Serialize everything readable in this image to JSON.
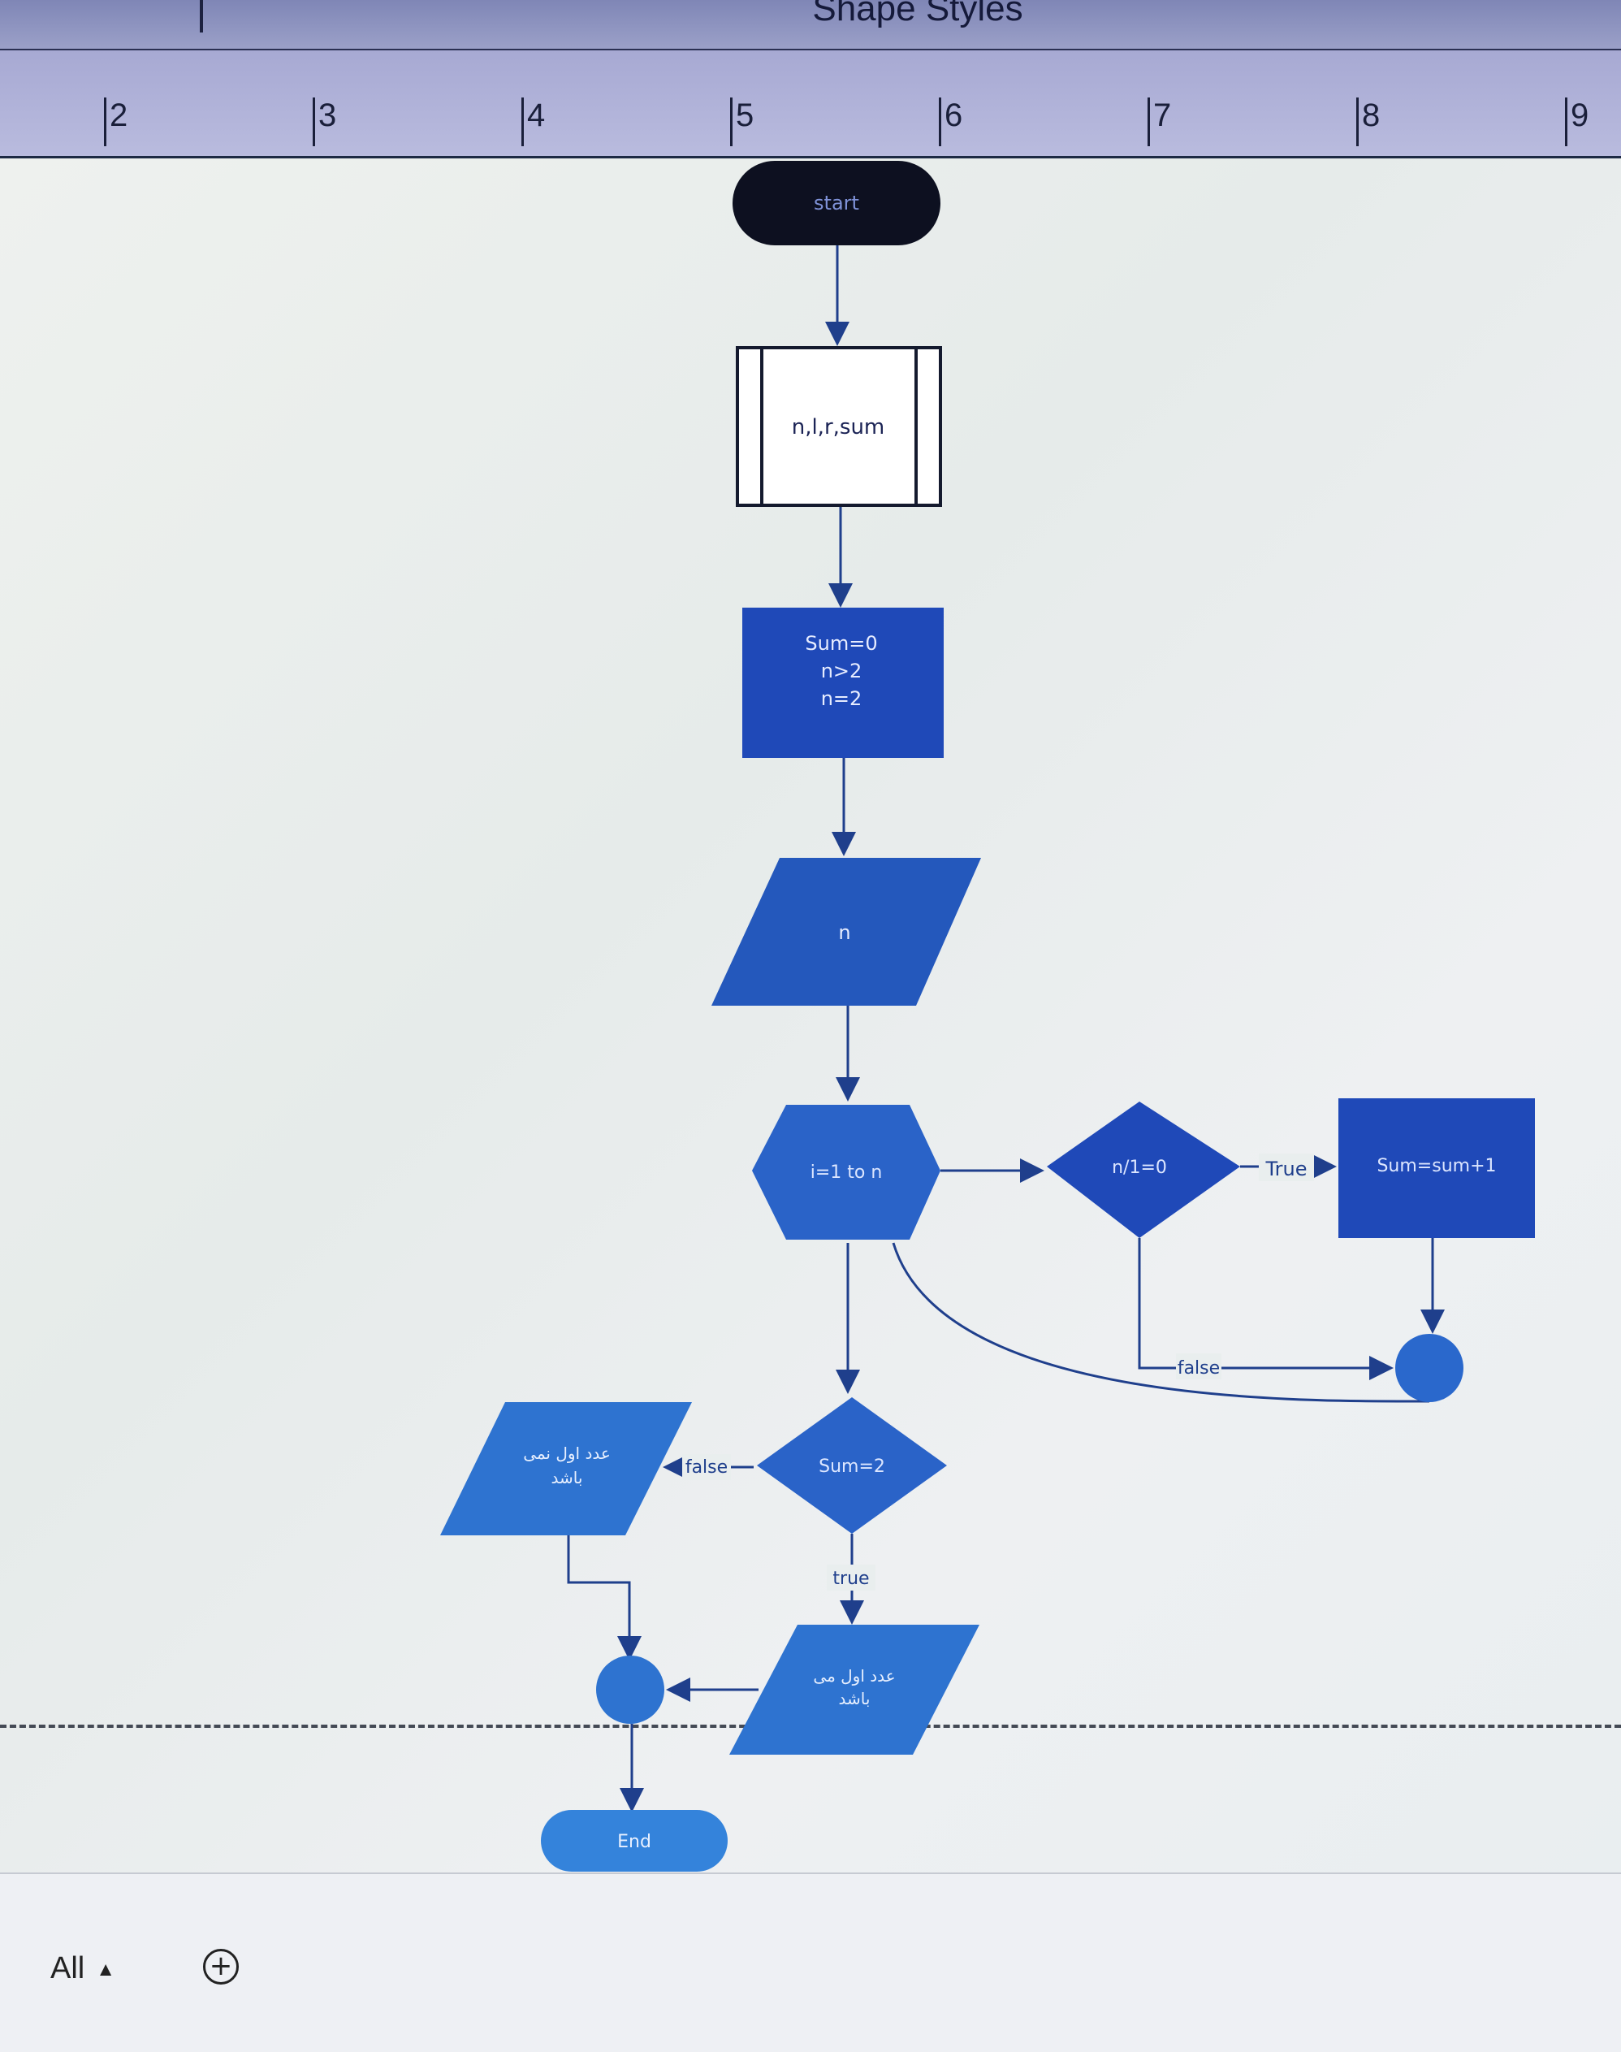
{
  "ribbon": {
    "caption": "Shape Styles"
  },
  "ruler": {
    "marks": [
      "2",
      "3",
      "4",
      "5",
      "6",
      "7",
      "8",
      "9"
    ]
  },
  "flowchart": {
    "start": "start",
    "input_box": "n,l,r,sum",
    "init_lines": [
      "Sum=0",
      "n>2",
      "n=2"
    ],
    "input_n": "n",
    "loop": "i=1 to n",
    "cond_mod": "n/1=0",
    "sum_step": "Sum=sum+1",
    "cond_sum": "Sum=2",
    "output_not_prime": [
      "عدد اول نمی",
      "باشد"
    ],
    "output_prime": [
      "عدد اول می",
      "باشد"
    ],
    "end": "End",
    "edge_true_upper": "True",
    "edge_false_upper": "false",
    "edge_false_lower": "false",
    "edge_true_lower": "true"
  },
  "statusbar": {
    "tab_label": "All",
    "add_icon": "plus-circle-icon"
  },
  "colors": {
    "primary_blue": "#1f4fb4",
    "mid_blue": "#2a63c8",
    "light_blue": "#3a85d9",
    "terminal_start": "#0d1020"
  }
}
